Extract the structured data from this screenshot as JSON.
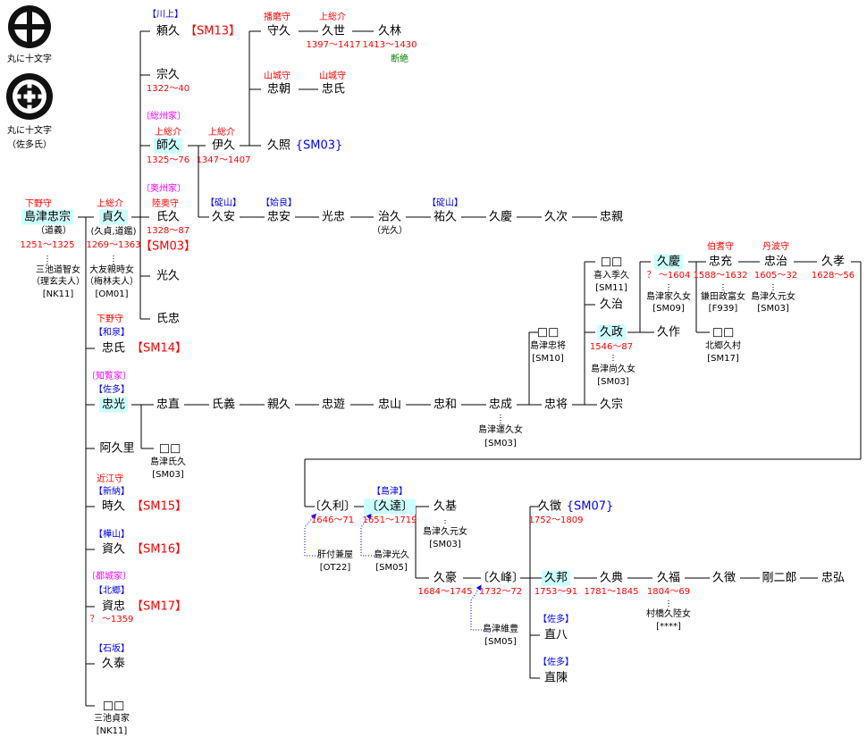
{
  "colors": {
    "title": "#ff0000",
    "house": "#0000ff",
    "clan": "#ff00ff",
    "highlight": "#ccffff",
    "note": "#008000",
    "adoption_arrow": "#0000ff"
  },
  "crests": [
    {
      "icon": "maru-ni-jumonji-crest-icon",
      "label": "丸に十文字"
    },
    {
      "icon": "maru-ni-jumonji-sata-crest-icon",
      "label": "丸に十文字",
      "sub": "（佐多氏）"
    }
  ],
  "labels": [
    {
      "id": "l1",
      "type": "title",
      "text": "下野守"
    },
    {
      "id": "tadamune",
      "type": "name hl",
      "text": "島津忠宗"
    },
    {
      "id": "l2",
      "type": "sub",
      "text": "（道義）"
    },
    {
      "id": "l3",
      "type": "years",
      "text": "1251～1325"
    },
    {
      "id": "l4",
      "type": "spouse",
      "text": "三池道智女"
    },
    {
      "id": "l5",
      "type": "spouse",
      "text": "（理玄夫人）"
    },
    {
      "id": "l6",
      "type": "ref",
      "text": "[NK11]"
    },
    {
      "id": "l7",
      "type": "title",
      "text": "上総介"
    },
    {
      "id": "sadahisa",
      "type": "name hl",
      "text": "貞久"
    },
    {
      "id": "l8",
      "type": "sub",
      "text": "(久貞,道鑑)"
    },
    {
      "id": "l9",
      "type": "years",
      "text": "1269～1363"
    },
    {
      "id": "l10",
      "type": "spouse",
      "text": "大友親時女"
    },
    {
      "id": "l11",
      "type": "spouse",
      "text": "（梅林夫人）"
    },
    {
      "id": "l12",
      "type": "ref",
      "text": "[OM01]"
    },
    {
      "id": "l13",
      "type": "title",
      "text": "下野守"
    },
    {
      "id": "l14",
      "type": "house",
      "text": "【和泉】"
    },
    {
      "id": "l15",
      "type": "name",
      "text": "忠氏"
    },
    {
      "id": "l16",
      "type": "sm",
      "text": "【SM14】"
    },
    {
      "id": "l17",
      "type": "clan",
      "text": "〔知覧家〕"
    },
    {
      "id": "l18",
      "type": "house",
      "text": "【佐多】"
    },
    {
      "id": "l19",
      "type": "name hl",
      "text": "忠光"
    },
    {
      "id": "l20",
      "type": "name",
      "text": "阿久里"
    },
    {
      "id": "l21",
      "type": "title",
      "text": "近江守"
    },
    {
      "id": "l22",
      "type": "house",
      "text": "【新納】"
    },
    {
      "id": "l23",
      "type": "name",
      "text": "時久"
    },
    {
      "id": "l24",
      "type": "sm",
      "text": "【SM15】"
    },
    {
      "id": "l25",
      "type": "house",
      "text": "【樺山】"
    },
    {
      "id": "l26",
      "type": "name",
      "text": "資久"
    },
    {
      "id": "l27",
      "type": "sm",
      "text": "【SM16】"
    },
    {
      "id": "l28",
      "type": "clan",
      "text": "〔都城家〕"
    },
    {
      "id": "l29",
      "type": "house",
      "text": "【北郷】"
    },
    {
      "id": "l30",
      "type": "name",
      "text": "資忠"
    },
    {
      "id": "l31",
      "type": "sm",
      "text": "【SM17】"
    },
    {
      "id": "l32",
      "type": "years",
      "text": "？ ～1359"
    },
    {
      "id": "l33",
      "type": "house",
      "text": "【石坂】"
    },
    {
      "id": "l34",
      "type": "name",
      "text": "久泰"
    },
    {
      "id": "l35",
      "type": "name",
      "text": "□□"
    },
    {
      "id": "l36",
      "type": "spouse",
      "text": "三池貞家"
    },
    {
      "id": "l37",
      "type": "ref",
      "text": "[NK11]"
    },
    {
      "id": "l38",
      "type": "house",
      "text": "【川上】"
    },
    {
      "id": "l39",
      "type": "name",
      "text": "頼久"
    },
    {
      "id": "l40",
      "type": "sm",
      "text": "【SM13】"
    },
    {
      "id": "l41",
      "type": "name",
      "text": "宗久"
    },
    {
      "id": "l42",
      "type": "years",
      "text": "1322～40"
    },
    {
      "id": "l43",
      "type": "clan",
      "text": "〔総州家〕"
    },
    {
      "id": "l44",
      "type": "title",
      "text": "上総介"
    },
    {
      "id": "l45",
      "type": "name hl",
      "text": "師久"
    },
    {
      "id": "l46",
      "type": "years",
      "text": "1325～76"
    },
    {
      "id": "l47",
      "type": "clan",
      "text": "〔奥州家〕"
    },
    {
      "id": "l48",
      "type": "title",
      "text": "陸奥守"
    },
    {
      "id": "l49",
      "type": "name",
      "text": "氏久"
    },
    {
      "id": "l50",
      "type": "years",
      "text": "1328～87"
    },
    {
      "id": "l51",
      "type": "sm",
      "text": "【SM03】"
    },
    {
      "id": "l52",
      "type": "name",
      "text": "光久"
    },
    {
      "id": "l53",
      "type": "name",
      "text": "氏忠"
    },
    {
      "id": "l54",
      "type": "title",
      "text": "上総介"
    },
    {
      "id": "l55",
      "type": "name",
      "text": "伊久"
    },
    {
      "id": "l56",
      "type": "years",
      "text": "1347～1407"
    },
    {
      "id": "l57",
      "type": "title",
      "text": "播磨守"
    },
    {
      "id": "l58",
      "type": "name",
      "text": "守久"
    },
    {
      "id": "l59",
      "type": "title",
      "text": "上総介"
    },
    {
      "id": "l60",
      "type": "name",
      "text": "久世"
    },
    {
      "id": "l61",
      "type": "years",
      "text": "1397～1417"
    },
    {
      "id": "l62",
      "type": "name",
      "text": "久林"
    },
    {
      "id": "l63",
      "type": "years",
      "text": "1413～1430"
    },
    {
      "id": "l64",
      "type": "note",
      "text": "断絶"
    },
    {
      "id": "l65",
      "type": "title",
      "text": "山城守"
    },
    {
      "id": "l66",
      "type": "name",
      "text": "忠朝"
    },
    {
      "id": "l67",
      "type": "title",
      "text": "山城守"
    },
    {
      "id": "l68",
      "type": "name",
      "text": "忠氏"
    },
    {
      "id": "l69",
      "type": "name",
      "text": "久照"
    },
    {
      "id": "l70",
      "type": "smb",
      "text": "{SM03}"
    },
    {
      "id": "l71",
      "type": "house",
      "text": "【碇山】"
    },
    {
      "id": "l72",
      "type": "name",
      "text": "久安"
    },
    {
      "id": "l73",
      "type": "house",
      "text": "【姶良】"
    },
    {
      "id": "l74",
      "type": "name",
      "text": "忠安"
    },
    {
      "id": "l75",
      "type": "name",
      "text": "光忠"
    },
    {
      "id": "l76",
      "type": "name",
      "text": "治久"
    },
    {
      "id": "l77",
      "type": "sub",
      "text": "（光久）"
    },
    {
      "id": "l78",
      "type": "house",
      "text": "【碇山】"
    },
    {
      "id": "l79",
      "type": "name",
      "text": "祐久"
    },
    {
      "id": "l80",
      "type": "name",
      "text": "久慶"
    },
    {
      "id": "l81",
      "type": "name",
      "text": "久次"
    },
    {
      "id": "l82",
      "type": "name",
      "text": "忠親"
    },
    {
      "id": "l83",
      "type": "name",
      "text": "忠直"
    },
    {
      "id": "l84",
      "type": "name",
      "text": "氏義"
    },
    {
      "id": "l85",
      "type": "name",
      "text": "親久"
    },
    {
      "id": "l86",
      "type": "name",
      "text": "忠遊"
    },
    {
      "id": "l87",
      "type": "name",
      "text": "忠山"
    },
    {
      "id": "l88",
      "type": "name",
      "text": "忠和"
    },
    {
      "id": "l89",
      "type": "name",
      "text": "忠成"
    },
    {
      "id": "l90",
      "type": "spouse",
      "text": "島津運久女"
    },
    {
      "id": "l91",
      "type": "ref",
      "text": "[SM03]"
    },
    {
      "id": "l92",
      "type": "name",
      "text": "□□"
    },
    {
      "id": "l93",
      "type": "spouse",
      "text": "島津氏久"
    },
    {
      "id": "l94",
      "type": "ref",
      "text": "[SM03]"
    },
    {
      "id": "l95",
      "type": "name",
      "text": "□□"
    },
    {
      "id": "l96",
      "type": "spouse",
      "text": "島津忠将"
    },
    {
      "id": "l97",
      "type": "ref",
      "text": "[SM10]"
    },
    {
      "id": "l98",
      "type": "name",
      "text": "忠将"
    },
    {
      "id": "l99",
      "type": "name",
      "text": "□□"
    },
    {
      "id": "l100",
      "type": "spouse",
      "text": "喜入季久"
    },
    {
      "id": "l101",
      "type": "ref",
      "text": "[SM11]"
    },
    {
      "id": "l102",
      "type": "name",
      "text": "久治"
    },
    {
      "id": "l103",
      "type": "name hl",
      "text": "久政"
    },
    {
      "id": "l104",
      "type": "years",
      "text": "1546～87"
    },
    {
      "id": "l105",
      "type": "spouse",
      "text": "島津尚久女"
    },
    {
      "id": "l106",
      "type": "ref",
      "text": "[SM03]"
    },
    {
      "id": "l107",
      "type": "name",
      "text": "久宗"
    },
    {
      "id": "l108",
      "type": "name hl",
      "text": "久慶"
    },
    {
      "id": "l109",
      "type": "years",
      "text": "？ ～1604"
    },
    {
      "id": "l110",
      "type": "spouse",
      "text": "島津家久女"
    },
    {
      "id": "l111",
      "type": "ref",
      "text": "[SM09]"
    },
    {
      "id": "l112",
      "type": "name",
      "text": "久作"
    },
    {
      "id": "l113",
      "type": "title",
      "text": "伯耆守"
    },
    {
      "id": "l114",
      "type": "name",
      "text": "忠充"
    },
    {
      "id": "l115",
      "type": "years",
      "text": "1588～1632"
    },
    {
      "id": "l116",
      "type": "spouse",
      "text": "鎌田政富女"
    },
    {
      "id": "l117",
      "type": "ref",
      "text": "[F939]"
    },
    {
      "id": "l118",
      "type": "name",
      "text": "□□"
    },
    {
      "id": "l119",
      "type": "spouse",
      "text": "北郷久村"
    },
    {
      "id": "l120",
      "type": "ref",
      "text": "[SM17]"
    },
    {
      "id": "l121",
      "type": "title",
      "text": "丹波守"
    },
    {
      "id": "l122",
      "type": "name",
      "text": "忠治"
    },
    {
      "id": "l123",
      "type": "years",
      "text": "1605～32"
    },
    {
      "id": "l124",
      "type": "spouse",
      "text": "島津久元女"
    },
    {
      "id": "l125",
      "type": "ref",
      "text": "[SM03]"
    },
    {
      "id": "l126",
      "type": "name",
      "text": "久孝"
    },
    {
      "id": "l127",
      "type": "years",
      "text": "1628～56"
    },
    {
      "id": "l128",
      "type": "name",
      "text": "〔久利〕"
    },
    {
      "id": "l129",
      "type": "years",
      "text": "1646～71"
    },
    {
      "id": "l130",
      "type": "spouse",
      "text": "肝付兼屋"
    },
    {
      "id": "l131",
      "type": "ref",
      "text": "[OT22]"
    },
    {
      "id": "l132",
      "type": "house",
      "text": "【島津】"
    },
    {
      "id": "l133",
      "type": "name hl",
      "text": "〔久達〕"
    },
    {
      "id": "l134",
      "type": "years",
      "text": "1651～1719"
    },
    {
      "id": "l135",
      "type": "spouse",
      "text": "島津光久"
    },
    {
      "id": "l136",
      "type": "ref",
      "text": "[SM05]"
    },
    {
      "id": "l137",
      "type": "name",
      "text": "久基"
    },
    {
      "id": "l138",
      "type": "spouse",
      "text": "島津久元女"
    },
    {
      "id": "l139",
      "type": "ref",
      "text": "[SM03]"
    },
    {
      "id": "l140",
      "type": "name",
      "text": "久豪"
    },
    {
      "id": "l141",
      "type": "years",
      "text": "1684～1745"
    },
    {
      "id": "l142",
      "type": "name",
      "text": "〔久峰〕"
    },
    {
      "id": "l143",
      "type": "years",
      "text": "1732～72"
    },
    {
      "id": "l144",
      "type": "spouse",
      "text": "島津維豊"
    },
    {
      "id": "l145",
      "type": "ref",
      "text": "[SM05]"
    },
    {
      "id": "l146",
      "type": "name",
      "text": "久徴"
    },
    {
      "id": "l147",
      "type": "smb",
      "text": "{SM07}"
    },
    {
      "id": "l148",
      "type": "years",
      "text": "1752～1809"
    },
    {
      "id": "l149",
      "type": "name hl",
      "text": "久邦"
    },
    {
      "id": "l150",
      "type": "years",
      "text": "1753～91"
    },
    {
      "id": "l151",
      "type": "house",
      "text": "【佐多】"
    },
    {
      "id": "l152",
      "type": "name",
      "text": "直八"
    },
    {
      "id": "l153",
      "type": "house",
      "text": "【佐多】"
    },
    {
      "id": "l154",
      "type": "name",
      "text": "直陳"
    },
    {
      "id": "l155",
      "type": "name",
      "text": "久典"
    },
    {
      "id": "l156",
      "type": "years",
      "text": "1781～1845"
    },
    {
      "id": "l157",
      "type": "name",
      "text": "久福"
    },
    {
      "id": "l158",
      "type": "years",
      "text": "1804～69"
    },
    {
      "id": "l159",
      "type": "spouse",
      "text": "村橋久陸女"
    },
    {
      "id": "l160",
      "type": "ref",
      "text": "[****]"
    },
    {
      "id": "l161",
      "type": "name",
      "text": "久徴"
    },
    {
      "id": "l162",
      "type": "name",
      "text": "剛二郎"
    },
    {
      "id": "l163",
      "type": "name",
      "text": "忠弘"
    }
  ]
}
